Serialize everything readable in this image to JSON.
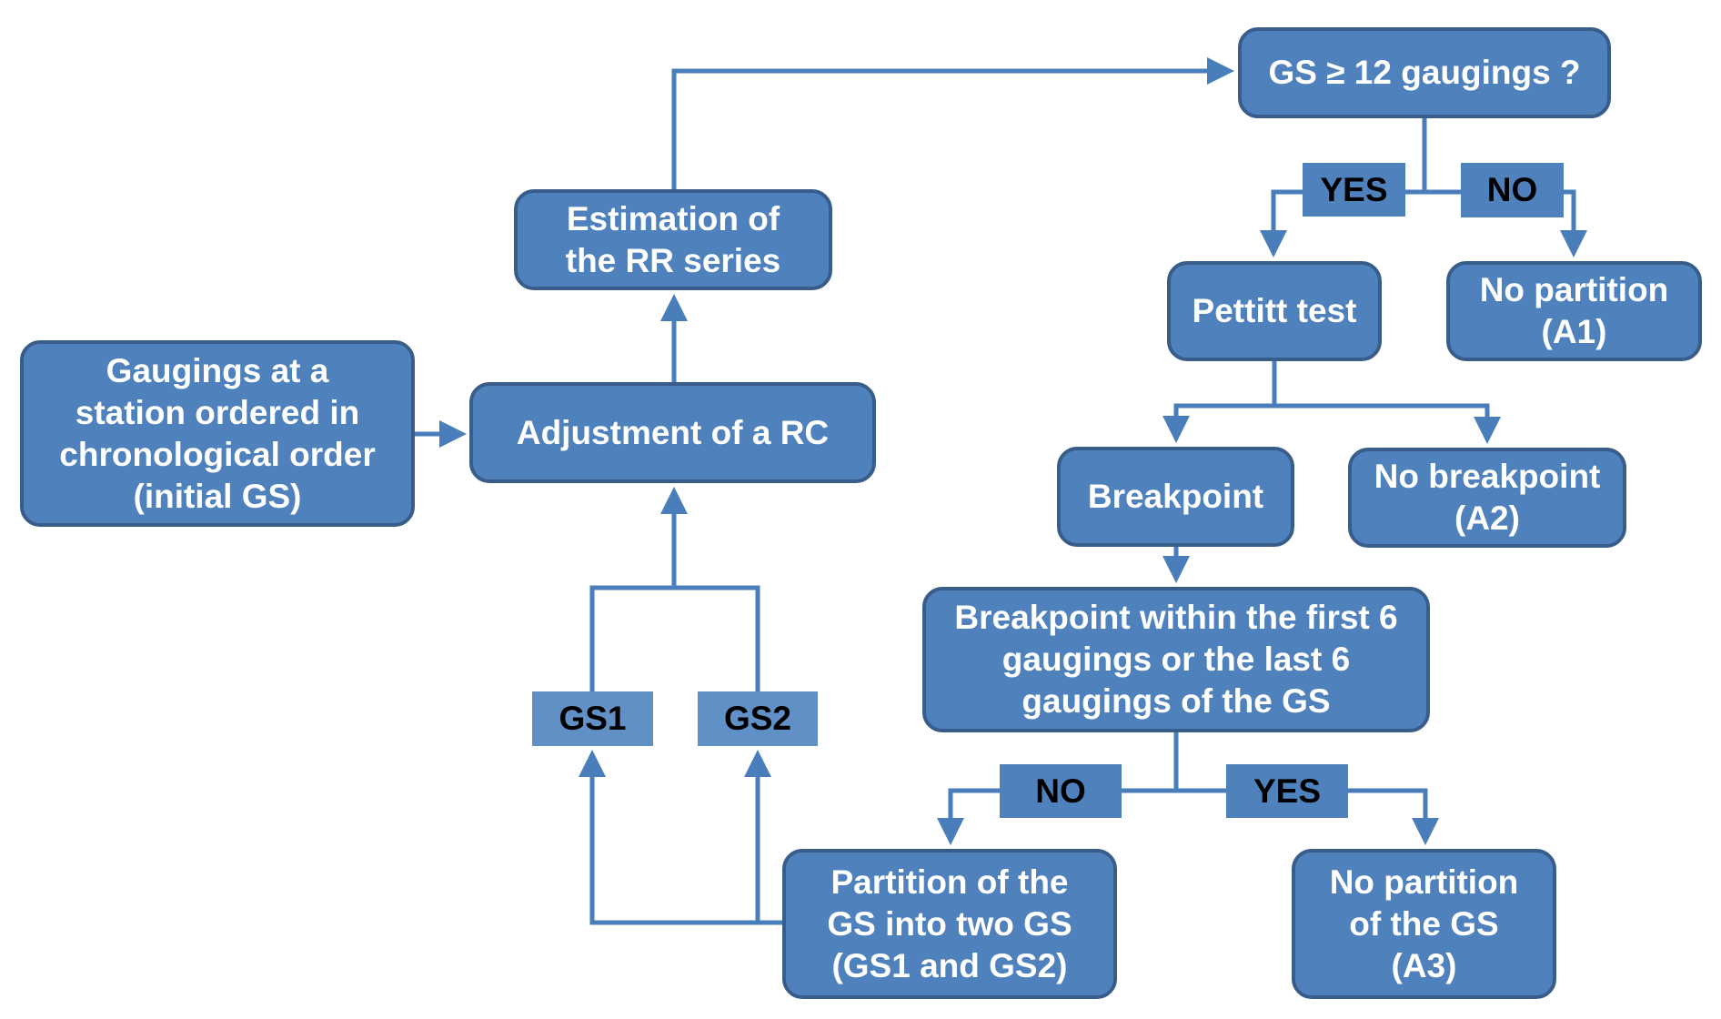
{
  "colors": {
    "node_fill": "#4f81bd",
    "node_border": "#385d8a",
    "connector": "#4a7ebb",
    "node_text": "#ffffff",
    "label_text": "#000000",
    "gs_label_fill": "#6190c6"
  },
  "nodes": {
    "gaugings": "Gaugings at a\nstation ordered in\nchronological order\n(initial GS)",
    "adjustment": "Adjustment of a RC",
    "estimation": "Estimation of\nthe RR series",
    "gs_check": "GS ≥ 12 gaugings ?",
    "pettitt": "Pettitt test",
    "no_partition_a1": "No partition\n(A1)",
    "breakpoint": "Breakpoint",
    "no_breakpoint_a2": "No breakpoint\n(A2)",
    "breakpoint_within": "Breakpoint within the first 6\ngaugings or the last 6\ngaugings of the GS",
    "partition": "Partition of the\nGS into two GS\n(GS1 and GS2)",
    "no_partition_a3": "No partition\nof the GS\n(A3)"
  },
  "labels": {
    "yes_1": "YES",
    "no_1": "NO",
    "no_2": "NO",
    "yes_2": "YES",
    "gs1": "GS1",
    "gs2": "GS2"
  },
  "edges": [
    {
      "from": "gaugings",
      "to": "adjustment"
    },
    {
      "from": "adjustment",
      "to": "estimation"
    },
    {
      "from": "estimation",
      "to": "gs_check"
    },
    {
      "from": "gs_check",
      "to": "pettitt",
      "label": "YES"
    },
    {
      "from": "gs_check",
      "to": "no_partition_a1",
      "label": "NO"
    },
    {
      "from": "pettitt",
      "to": "breakpoint"
    },
    {
      "from": "pettitt",
      "to": "no_breakpoint_a2"
    },
    {
      "from": "breakpoint",
      "to": "breakpoint_within"
    },
    {
      "from": "breakpoint_within",
      "to": "partition",
      "label": "NO"
    },
    {
      "from": "breakpoint_within",
      "to": "no_partition_a3",
      "label": "YES"
    },
    {
      "from": "partition",
      "to": "gs1"
    },
    {
      "from": "partition",
      "to": "gs2"
    },
    {
      "from": "gs1",
      "to": "adjustment"
    },
    {
      "from": "gs2",
      "to": "adjustment"
    }
  ]
}
